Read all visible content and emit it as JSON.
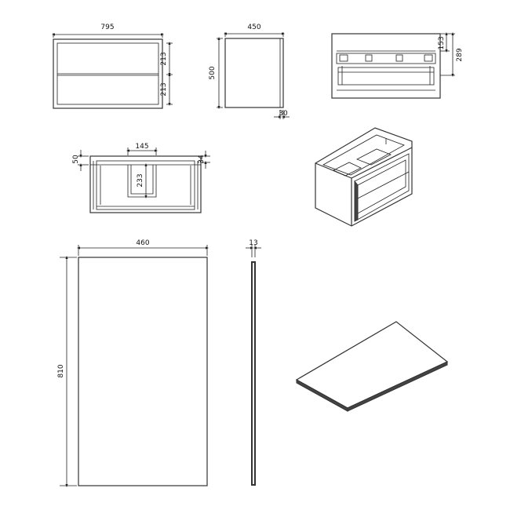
{
  "cabinet_front": {
    "width": "795",
    "drawer_height_top": "213",
    "drawer_height_bottom": "213"
  },
  "cabinet_side": {
    "depth": "450",
    "height": "500",
    "handle_offset": "30"
  },
  "cabinet_section": {
    "upper": "153",
    "total": "289"
  },
  "cabinet_top": {
    "cutout_width": "145",
    "cutout_depth": "233",
    "back_offset": "50",
    "side_offset": "34"
  },
  "panel_front": {
    "width": "460",
    "height": "810"
  },
  "panel_side": {
    "thickness": "13"
  },
  "colors": {
    "line": "#333333",
    "text": "#111111",
    "background": "#ffffff"
  }
}
